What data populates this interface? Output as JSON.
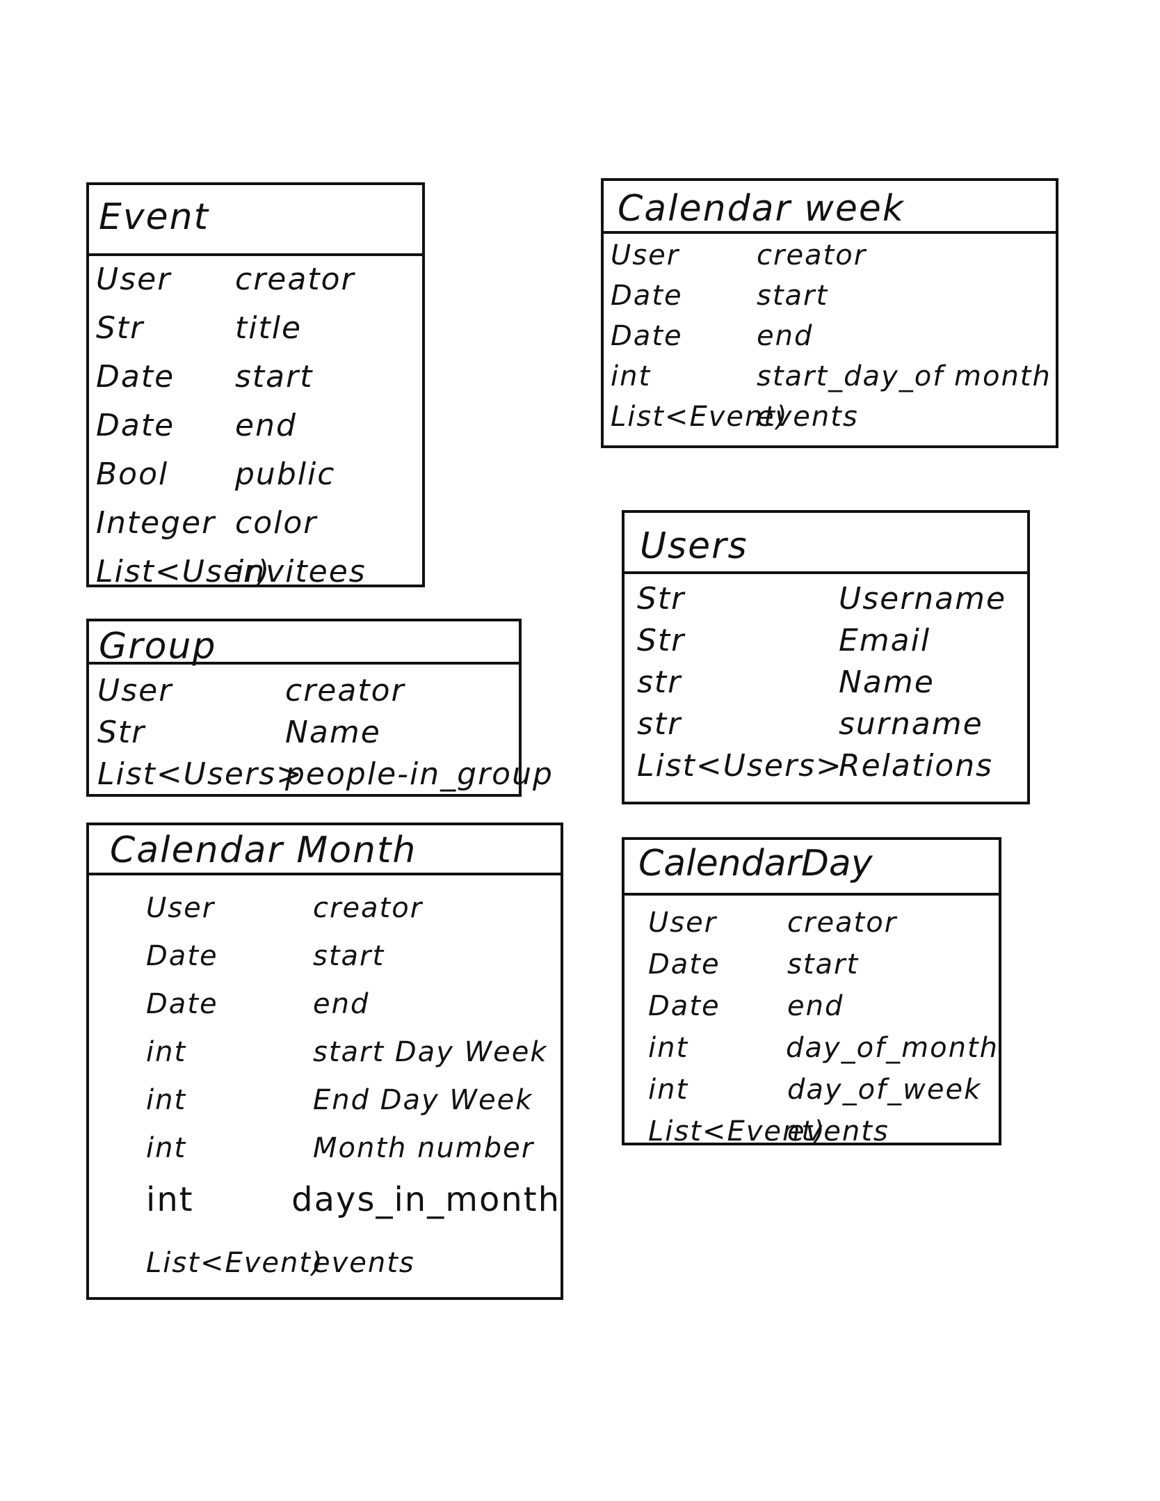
{
  "classes": {
    "event": {
      "title": "Event",
      "fields": [
        {
          "type": "User",
          "name": "creator"
        },
        {
          "type": "Str",
          "name": "title"
        },
        {
          "type": "Date",
          "name": "start"
        },
        {
          "type": "Date",
          "name": "end"
        },
        {
          "type": "Bool",
          "name": "public"
        },
        {
          "type": "Integer",
          "name": "color"
        },
        {
          "type": "List<User)",
          "name": "invitees"
        }
      ]
    },
    "group": {
      "title": "Group",
      "fields": [
        {
          "type": "User",
          "name": "creator"
        },
        {
          "type": "Str",
          "name": "Name"
        },
        {
          "type": "List<Users>",
          "name": "people-in_group"
        }
      ]
    },
    "calendar_month": {
      "title": "Calendar Month",
      "fields": [
        {
          "type": "User",
          "name": "creator"
        },
        {
          "type": "Date",
          "name": "start"
        },
        {
          "type": "Date",
          "name": "end"
        },
        {
          "type": "int",
          "name": "start Day Week"
        },
        {
          "type": "int",
          "name": "End Day Week"
        },
        {
          "type": "int",
          "name": "Month number"
        },
        {
          "type": "int",
          "name": "days_in_month"
        },
        {
          "type": "List<Event)",
          "name": "events"
        }
      ]
    },
    "calendar_week": {
      "title": "Calendar week",
      "fields": [
        {
          "type": "User",
          "name": "creator"
        },
        {
          "type": "Date",
          "name": "start"
        },
        {
          "type": "Date",
          "name": "end"
        },
        {
          "type": "int",
          "name": "start_day_of month"
        },
        {
          "type": "List<Event)",
          "name": "events"
        }
      ]
    },
    "users": {
      "title": "Users",
      "fields": [
        {
          "type": "Str",
          "name": "Username"
        },
        {
          "type": "Str",
          "name": "Email"
        },
        {
          "type": "str",
          "name": "Name"
        },
        {
          "type": "str",
          "name": "surname"
        },
        {
          "type": "List<Users>",
          "name": "Relations"
        }
      ]
    },
    "calendar_day": {
      "title": "CalendarDay",
      "fields": [
        {
          "type": "User",
          "name": "creator"
        },
        {
          "type": "Date",
          "name": "start"
        },
        {
          "type": "Date",
          "name": "end"
        },
        {
          "type": "int",
          "name": "day_of_month"
        },
        {
          "type": "int",
          "name": "day_of_week"
        },
        {
          "type": "List<Event)",
          "name": "events"
        }
      ]
    }
  }
}
